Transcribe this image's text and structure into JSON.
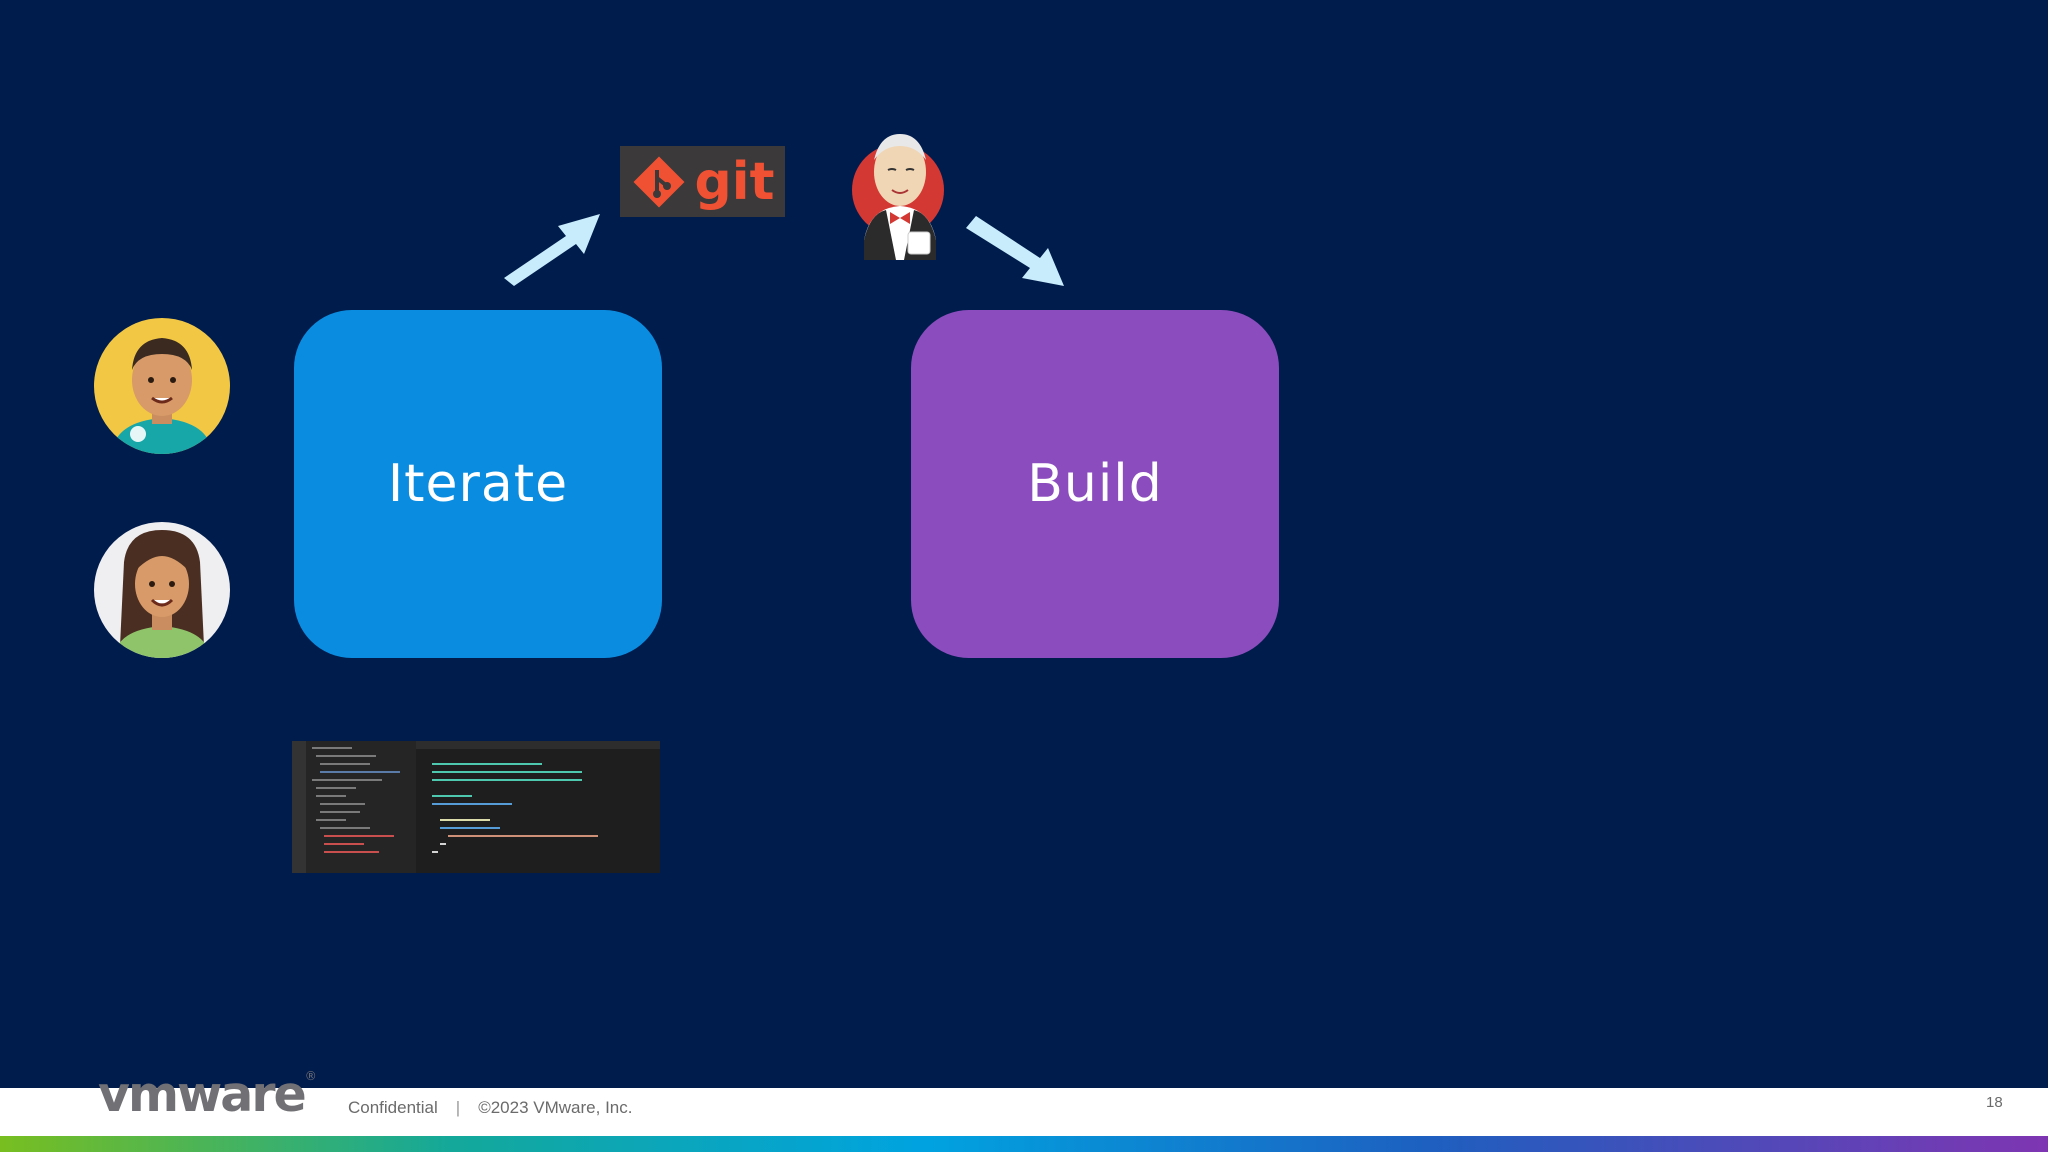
{
  "diagram": {
    "iterate_label": "Iterate",
    "build_label": "Build",
    "git_label": "git",
    "colors": {
      "background": "#001c4d",
      "iterate": "#0a8de0",
      "build": "#8b4cbd",
      "arrow": "#c8ecfb",
      "git_orange": "#f05133"
    }
  },
  "icons": {
    "developer_1": "developer-avatar-icon",
    "developer_2": "developer-avatar-icon",
    "git": "git-logo-icon",
    "jenkins": "jenkins-logo-icon",
    "arrow_1": "arrow-up-right-icon",
    "arrow_2": "arrow-down-right-icon"
  },
  "footer": {
    "logo": "vmware",
    "confidential": "Confidential",
    "separator": "|",
    "copyright": "©2023 VMware, Inc.",
    "page_number": "18"
  }
}
